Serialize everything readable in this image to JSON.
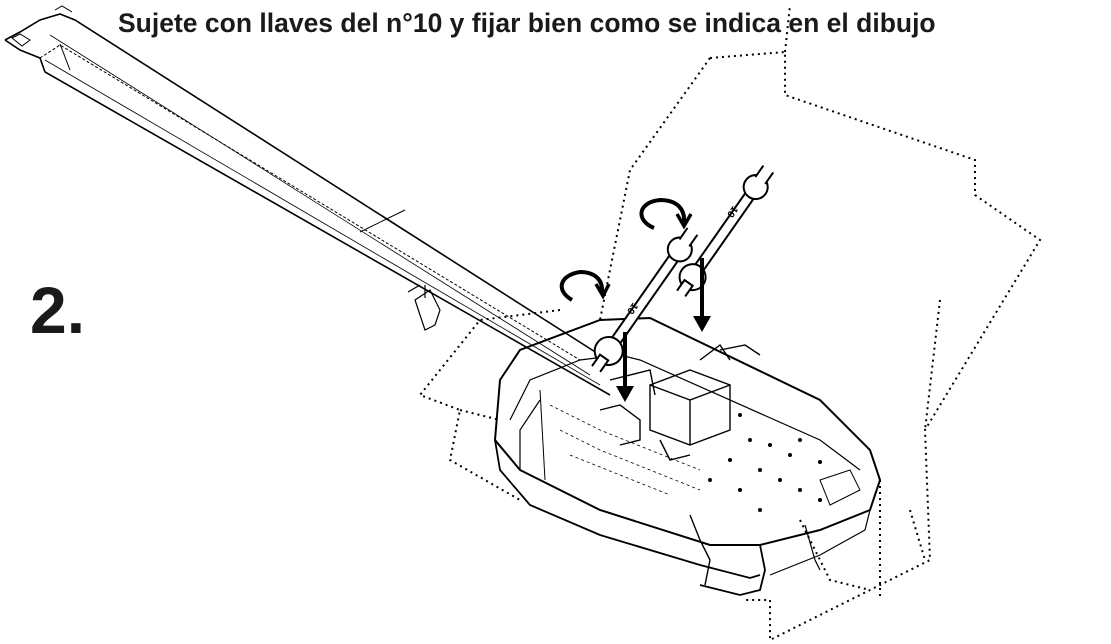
{
  "instruction": "Sujete con llaves del n°10 y fijar bien como se indica en el dibujo",
  "step_number": "2.",
  "wrench_size_label": "10",
  "icons": [
    "wrench-icon",
    "rotate-clockwise-icon",
    "arrow-down-icon"
  ],
  "colors": {
    "ink": "#1a1a1a",
    "background": "#ffffff"
  }
}
